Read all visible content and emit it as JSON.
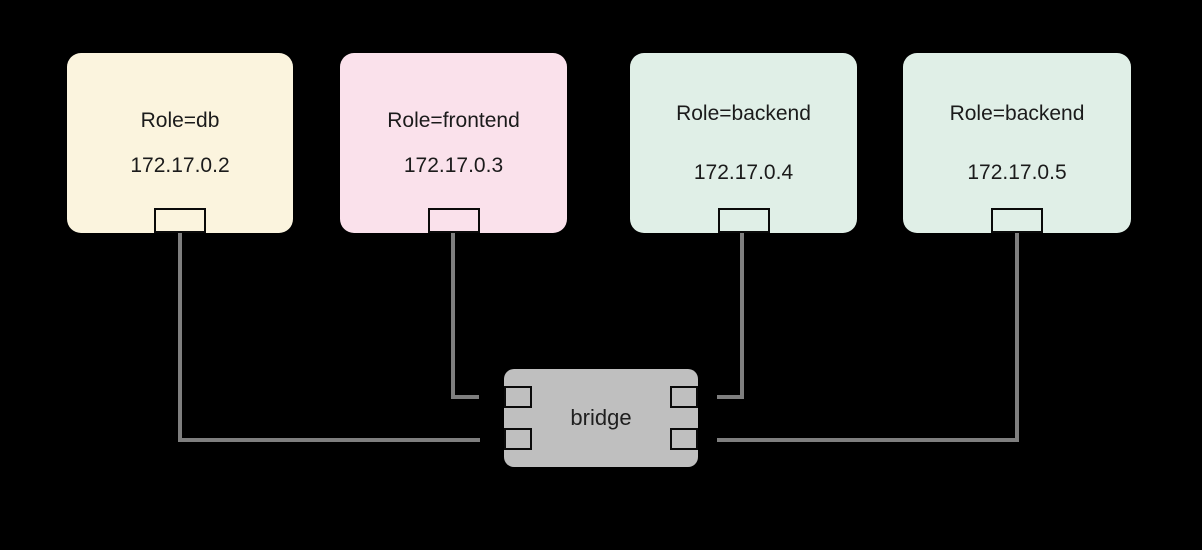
{
  "canvas": {
    "background": "#000000"
  },
  "nodes": [
    {
      "role": "Role=db",
      "ip": "172.17.0.2",
      "fill": "#FBF4DE"
    },
    {
      "role": "Role=frontend",
      "ip": "172.17.0.3",
      "fill": "#FAE1EB"
    },
    {
      "role": "Role=backend",
      "ip": "172.17.0.4",
      "fill": "#E0EFE7"
    },
    {
      "role": "Role=backend",
      "ip": "172.17.0.5",
      "fill": "#E0EFE7"
    }
  ],
  "bridge": {
    "label": "bridge",
    "fill": "#BFBFBF"
  },
  "connectors": {
    "color": "#7F7F7F"
  }
}
